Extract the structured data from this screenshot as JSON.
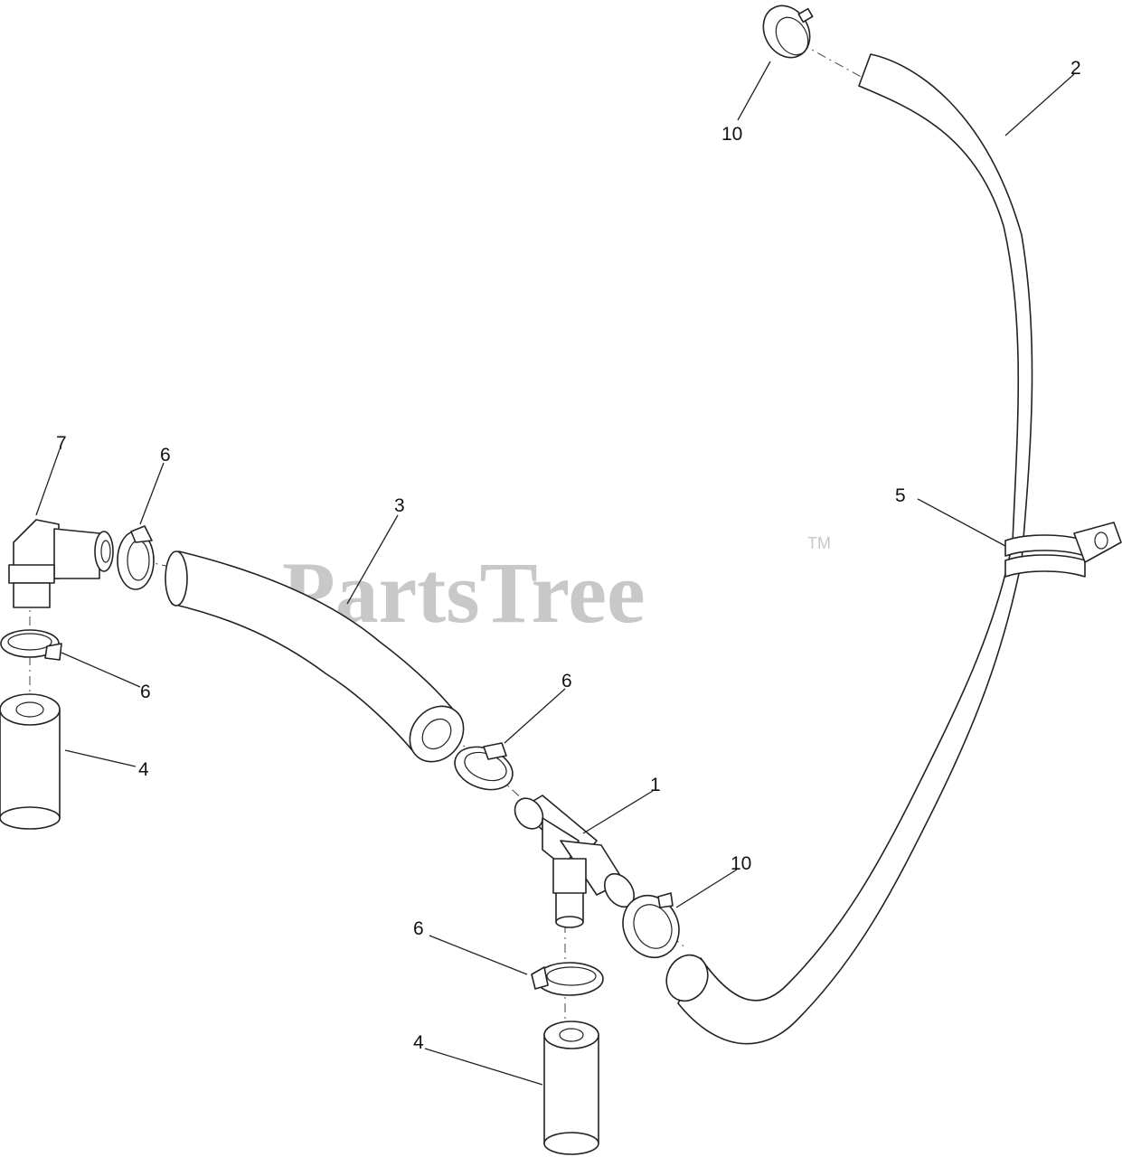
{
  "watermark": {
    "text": "PartsTree",
    "trademark": "TM"
  },
  "callouts": {
    "c1": "1",
    "c2": "2",
    "c3": "3",
    "c4a": "4",
    "c4b": "4",
    "c5": "5",
    "c6a": "6",
    "c6b": "6",
    "c6c": "6",
    "c6d": "6",
    "c7": "7",
    "c10a": "10",
    "c10b": "10"
  },
  "colors": {
    "line": "#222222",
    "watermark": "#c8c8c8",
    "background": "#ffffff"
  }
}
